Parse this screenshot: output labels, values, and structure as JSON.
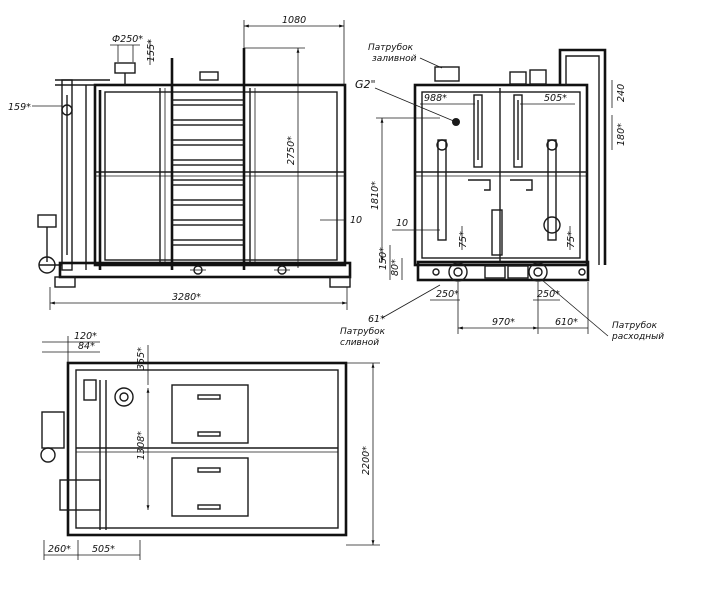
{
  "front_view": {
    "dims": {
      "d250": "Ф250*",
      "h155": "155*",
      "w1080": "1080",
      "pipe159": "159*",
      "h2750": "2750*",
      "t10": "10",
      "len3280": "3280*"
    }
  },
  "side_view": {
    "labels": {
      "inlet_line1": "Патрубок",
      "inlet_line2": "заливной",
      "drain_line1": "Патрубок",
      "drain_line2": "сливной",
      "supply_line1": "Патрубок",
      "supply_line2": "расходный"
    },
    "dims": {
      "g2": "G2\"",
      "w988": "988*",
      "w505": "505*",
      "h240": "240",
      "h180": "180*",
      "h1810": "1810*",
      "t10": "10",
      "h75a": "75*",
      "h75b": "75*",
      "h150": "150*",
      "h80": "80*",
      "d61": "61*",
      "w250a": "250*",
      "w250b": "250*",
      "w970": "970*",
      "w610": "610*"
    }
  },
  "plan_view": {
    "dims": {
      "w120": "120*",
      "w84": "84*",
      "h355": "355*",
      "h1308": "1308*",
      "h2200": "2200*",
      "w260": "260*",
      "w505": "505*"
    }
  }
}
